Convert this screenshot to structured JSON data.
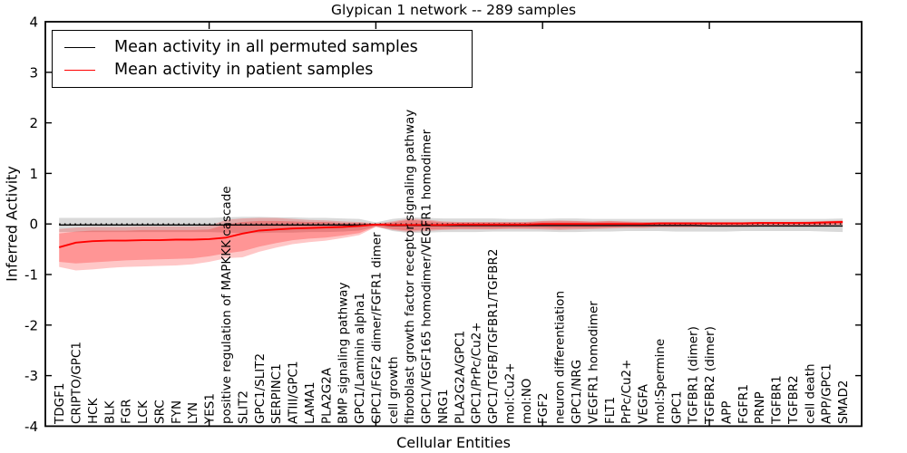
{
  "chart_data": {
    "type": "line",
    "title": "Glypican 1 network -- 289 samples",
    "xlabel": "Cellular Entities",
    "ylabel": "Inferred Activity",
    "ylim": [
      -4,
      4
    ],
    "yticks": [
      4,
      3,
      2,
      1,
      0,
      -1,
      -2,
      -3,
      -4
    ],
    "top_tick_positions": [
      10,
      20,
      30,
      40
    ],
    "grid": false,
    "legend_position": "upper left",
    "zero_line": {
      "value": 0,
      "style": "dotted"
    },
    "categories": [
      "TDGF1",
      "CRIPTO/GPC1",
      "HCK",
      "BLK",
      "FGR",
      "LCK",
      "SRC",
      "FYN",
      "LYN",
      "YES1",
      "positive regulation of MAPKKK cascade",
      "SLIT2",
      "GPC1/SLIT2",
      "SERPINC1",
      "ATIII/GPC1",
      "LAMA1",
      "PLA2G2A",
      "BMP signaling pathway",
      "GPC1/Laminin alpha1",
      "GPC1/FGF2 dimer/FGFR1 dimer",
      "cell growth",
      "fibroblast growth factor receptor signaling pathway",
      "GPC1/VEGF165 homodimer/VEGFR1 homodimer",
      "NRG1",
      "PLA2G2A/GPC1",
      "GPC1/PrPc/Cu2+",
      "GPC1/TGFB/TGFBR1/TGFBR2",
      "mol:Cu2+",
      "mol:NO",
      "FGF2",
      "neuron differentiation",
      "GPC1/NRG",
      "VEGFR1 homodimer",
      "FLT1",
      "PrPc/Cu2+",
      "VEGFA",
      "mol:Spermine",
      "GPC1",
      "TGFBR1 (dimer)",
      "TGFBR2 (dimer)",
      "APP",
      "FGFR1",
      "PRNP",
      "TGFBR1",
      "TGFBR2",
      "cell death",
      "APP/GPC1",
      "SMAD2"
    ],
    "series": [
      {
        "id": "permuted-mean-line",
        "name": "Mean activity in all permuted samples",
        "color": "#000000",
        "stroke_width": 1.4,
        "values": [
          -0.02,
          -0.02,
          -0.02,
          -0.02,
          -0.02,
          -0.02,
          -0.02,
          -0.02,
          -0.02,
          -0.02,
          -0.02,
          -0.02,
          -0.02,
          -0.02,
          -0.02,
          -0.02,
          -0.02,
          -0.02,
          -0.02,
          -0.01,
          -0.03,
          -0.03,
          -0.03,
          -0.03,
          -0.03,
          -0.03,
          -0.03,
          -0.03,
          -0.03,
          -0.03,
          -0.03,
          -0.03,
          -0.03,
          -0.03,
          -0.03,
          -0.03,
          -0.03,
          -0.03,
          -0.03,
          -0.04,
          -0.04,
          -0.04,
          -0.04,
          -0.04,
          -0.04,
          -0.04,
          -0.04,
          -0.04
        ]
      },
      {
        "id": "patient-mean-line",
        "name": "Mean activity in patient samples",
        "color": "#ff0000",
        "stroke_width": 1.9,
        "values": [
          -0.46,
          -0.37,
          -0.34,
          -0.33,
          -0.33,
          -0.32,
          -0.32,
          -0.31,
          -0.31,
          -0.3,
          -0.27,
          -0.19,
          -0.13,
          -0.11,
          -0.09,
          -0.08,
          -0.07,
          -0.06,
          -0.04,
          -0.01,
          -0.02,
          -0.02,
          -0.02,
          -0.02,
          -0.01,
          -0.01,
          -0.01,
          -0.01,
          -0.01,
          0,
          0,
          0,
          0,
          0,
          0,
          0,
          0.01,
          0.01,
          0.01,
          0.01,
          0.01,
          0.01,
          0.02,
          0.02,
          0.02,
          0.02,
          0.03,
          0.04
        ]
      }
    ],
    "bands": [
      {
        "id": "permuted-band",
        "name": "permuted samples range",
        "color": "rgba(0,0,0,0.15)",
        "upper": [
          0.12,
          0.12,
          0.12,
          0.12,
          0.12,
          0.12,
          0.12,
          0.12,
          0.12,
          0.12,
          0.13,
          0.14,
          0.14,
          0.13,
          0.13,
          0.12,
          0.12,
          0.11,
          0.1,
          0.03,
          0.1,
          0.13,
          0.12,
          0.11,
          0.11,
          0.11,
          0.11,
          0.1,
          0.1,
          0.1,
          0.11,
          0.11,
          0.1,
          0.1,
          0.1,
          0.1,
          0.1,
          0.1,
          0.1,
          0.1,
          0.1,
          0.1,
          0.1,
          0.1,
          0.1,
          0.1,
          0.1,
          0.11
        ],
        "lower": [
          -0.16,
          -0.16,
          -0.16,
          -0.16,
          -0.16,
          -0.16,
          -0.16,
          -0.16,
          -0.16,
          -0.16,
          -0.17,
          -0.18,
          -0.18,
          -0.17,
          -0.17,
          -0.16,
          -0.16,
          -0.15,
          -0.13,
          -0.05,
          -0.14,
          -0.18,
          -0.17,
          -0.16,
          -0.16,
          -0.16,
          -0.15,
          -0.15,
          -0.15,
          -0.15,
          -0.16,
          -0.16,
          -0.15,
          -0.15,
          -0.14,
          -0.14,
          -0.14,
          -0.15,
          -0.15,
          -0.15,
          -0.15,
          -0.14,
          -0.14,
          -0.14,
          -0.14,
          -0.14,
          -0.15,
          -0.16
        ]
      },
      {
        "id": "patient-band-outer",
        "name": "patient samples range (outer)",
        "color": "rgba(255,0,0,0.22)",
        "upper": [
          -0.1,
          -0.07,
          -0.06,
          -0.06,
          -0.06,
          -0.05,
          -0.05,
          -0.05,
          -0.05,
          -0.04,
          0.08,
          0.11,
          0.12,
          0.12,
          0.1,
          0.08,
          0.07,
          0.05,
          0.04,
          0.01,
          0.05,
          0.11,
          0.09,
          0.05,
          0.04,
          0.04,
          0.04,
          0.04,
          0.04,
          0.06,
          0.07,
          0.06,
          0.05,
          0.06,
          0.05,
          0.04,
          0.04,
          0.04,
          0.04,
          0.04,
          0.04,
          0.04,
          0.04,
          0.04,
          0.04,
          0.05,
          0.06,
          0.07
        ],
        "lower": [
          -0.85,
          -0.92,
          -0.9,
          -0.87,
          -0.85,
          -0.84,
          -0.83,
          -0.82,
          -0.8,
          -0.75,
          -0.68,
          -0.66,
          -0.55,
          -0.47,
          -0.4,
          -0.36,
          -0.33,
          -0.28,
          -0.22,
          -0.06,
          -0.12,
          -0.16,
          -0.14,
          -0.12,
          -0.11,
          -0.11,
          -0.11,
          -0.1,
          -0.1,
          -0.11,
          -0.12,
          -0.11,
          -0.1,
          -0.09,
          -0.08,
          -0.08,
          -0.07,
          -0.07,
          -0.07,
          -0.06,
          -0.06,
          -0.06,
          -0.05,
          -0.05,
          -0.05,
          -0.04,
          -0.03,
          -0.02
        ]
      },
      {
        "id": "patient-band-inner",
        "name": "patient samples range (inner)",
        "color": "rgba(255,0,0,0.25)",
        "upper": [
          -0.19,
          -0.15,
          -0.13,
          -0.13,
          -0.13,
          -0.12,
          -0.12,
          -0.12,
          -0.12,
          -0.11,
          -0.01,
          0.04,
          0.06,
          0.06,
          0.05,
          0.04,
          0.04,
          0.02,
          0.02,
          0,
          0.03,
          0.08,
          0.06,
          0.03,
          0.03,
          0.03,
          0.03,
          0.03,
          0.03,
          0.05,
          0.05,
          0.05,
          0.04,
          0.05,
          0.04,
          0.03,
          0.03,
          0.03,
          0.03,
          0.03,
          0.03,
          0.03,
          0.04,
          0.04,
          0.04,
          0.04,
          0.05,
          0.06
        ],
        "lower": [
          -0.75,
          -0.78,
          -0.76,
          -0.74,
          -0.72,
          -0.71,
          -0.7,
          -0.69,
          -0.68,
          -0.64,
          -0.58,
          -0.54,
          -0.45,
          -0.38,
          -0.32,
          -0.29,
          -0.27,
          -0.23,
          -0.18,
          -0.05,
          -0.1,
          -0.13,
          -0.11,
          -0.1,
          -0.09,
          -0.09,
          -0.09,
          -0.08,
          -0.08,
          -0.08,
          -0.09,
          -0.08,
          -0.08,
          -0.07,
          -0.06,
          -0.06,
          -0.05,
          -0.05,
          -0.05,
          -0.04,
          -0.04,
          -0.04,
          -0.03,
          -0.03,
          -0.03,
          -0.03,
          -0.02,
          -0.01
        ]
      }
    ]
  }
}
